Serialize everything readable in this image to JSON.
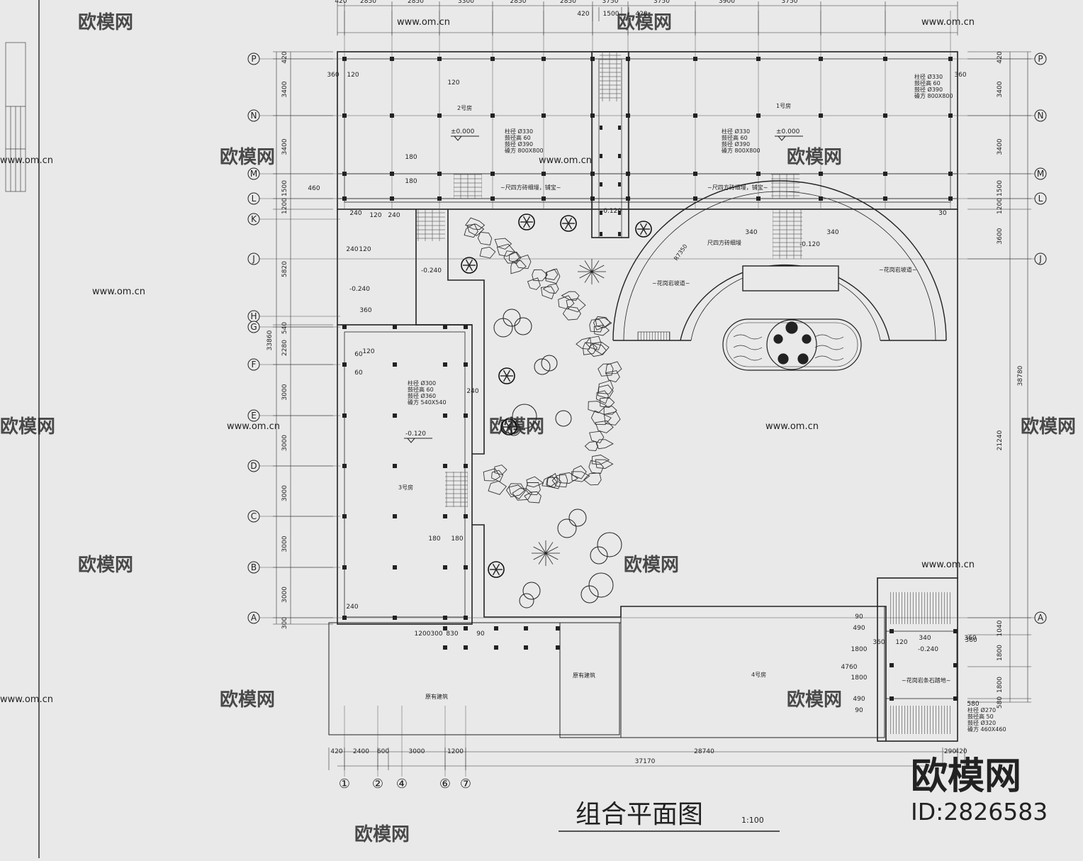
{
  "title": "组合平面图",
  "scale": "1:100",
  "watermark": {
    "brand": "欧模网",
    "id": "ID:2826583",
    "url": "www.om.cn"
  },
  "axes_rows": [
    "P",
    "N",
    "M",
    "L",
    "K",
    "J",
    "H",
    "G",
    "F",
    "E",
    "D",
    "C",
    "B",
    "A"
  ],
  "axes_cols": [
    "①",
    "②",
    "④",
    "⑥",
    "⑦"
  ],
  "rooms": {
    "r1": "1号房",
    "r2": "2号房",
    "r3": "3号房",
    "r4": "4号房",
    "existing": "原有建筑"
  },
  "levels": {
    "l0a": "±0.000",
    "l0b": "±0.000",
    "lcorr": "-0.120",
    "lpath": "-0.120",
    "l3": "-0.120",
    "lk1": "-0.240",
    "lk2": "-0.240",
    "l4": "-0.240"
  },
  "notes": {
    "path1": "~尺四方砖细墁，铺宝~",
    "path2": "~尺四方砖细墁，铺宝~",
    "path3": "尺四方砖细墁",
    "wall1": "~花岗岩坡道~",
    "wall2": "~花岗岩坡道~",
    "stair4": "~花岗岩条石踏地~",
    "radius": "R7350"
  },
  "specs": {
    "s1": [
      "柱径 Ø330",
      "鼓径高 60",
      "鼓径 Ø390",
      "磉方 800X800"
    ],
    "s2": [
      "柱径 Ø330",
      "鼓径高 60",
      "鼓径 Ø390",
      "磉方 800X800"
    ],
    "s3": [
      "柱径 Ø330",
      "鼓径高 60",
      "鼓径 Ø390",
      "磉方 800X800"
    ],
    "s4": [
      "柱径 Ø300",
      "鼓径高 60",
      "鼓径 Ø360",
      "磉方 540X540"
    ],
    "s5": [
      "柱径 Ø270",
      "鼓径高 50",
      "鼓径 Ø320",
      "磉方 460X460"
    ]
  },
  "dims": {
    "top": [
      "420",
      "2850",
      "2850",
      "3300",
      "2850",
      "2850",
      "3750",
      "3750",
      "3900",
      "3750"
    ],
    "top2": [
      "420",
      "1500",
      "420"
    ],
    "left": [
      "420",
      "3400",
      "3400",
      "1500",
      "1200",
      "5820",
      "540",
      "2280",
      "3000",
      "3000",
      "3000",
      "3000",
      "3000",
      "300"
    ],
    "left_total": "33860",
    "right": [
      "420",
      "3400",
      "3400",
      "1500",
      "1200",
      "3600",
      "21240",
      "1040",
      "1800",
      "1800",
      "580"
    ],
    "right_total": "38780",
    "bottom": [
      "420",
      "2400",
      "600",
      "3000",
      "1200",
      "28740",
      "290",
      "420"
    ],
    "bottom_total": "37170",
    "misc": [
      "360",
      "120",
      "120",
      "360",
      "180",
      "180",
      "460",
      "240",
      "120",
      "240",
      "240",
      "120",
      "360",
      "120",
      "60",
      "60",
      "240",
      "180",
      "180",
      "240",
      "1200",
      "300",
      "830",
      "90",
      "340",
      "340",
      "340",
      "30",
      "360",
      "90",
      "490",
      "4760",
      "1800",
      "1800",
      "490",
      "90",
      "360",
      "120",
      "360",
      "580"
    ]
  }
}
